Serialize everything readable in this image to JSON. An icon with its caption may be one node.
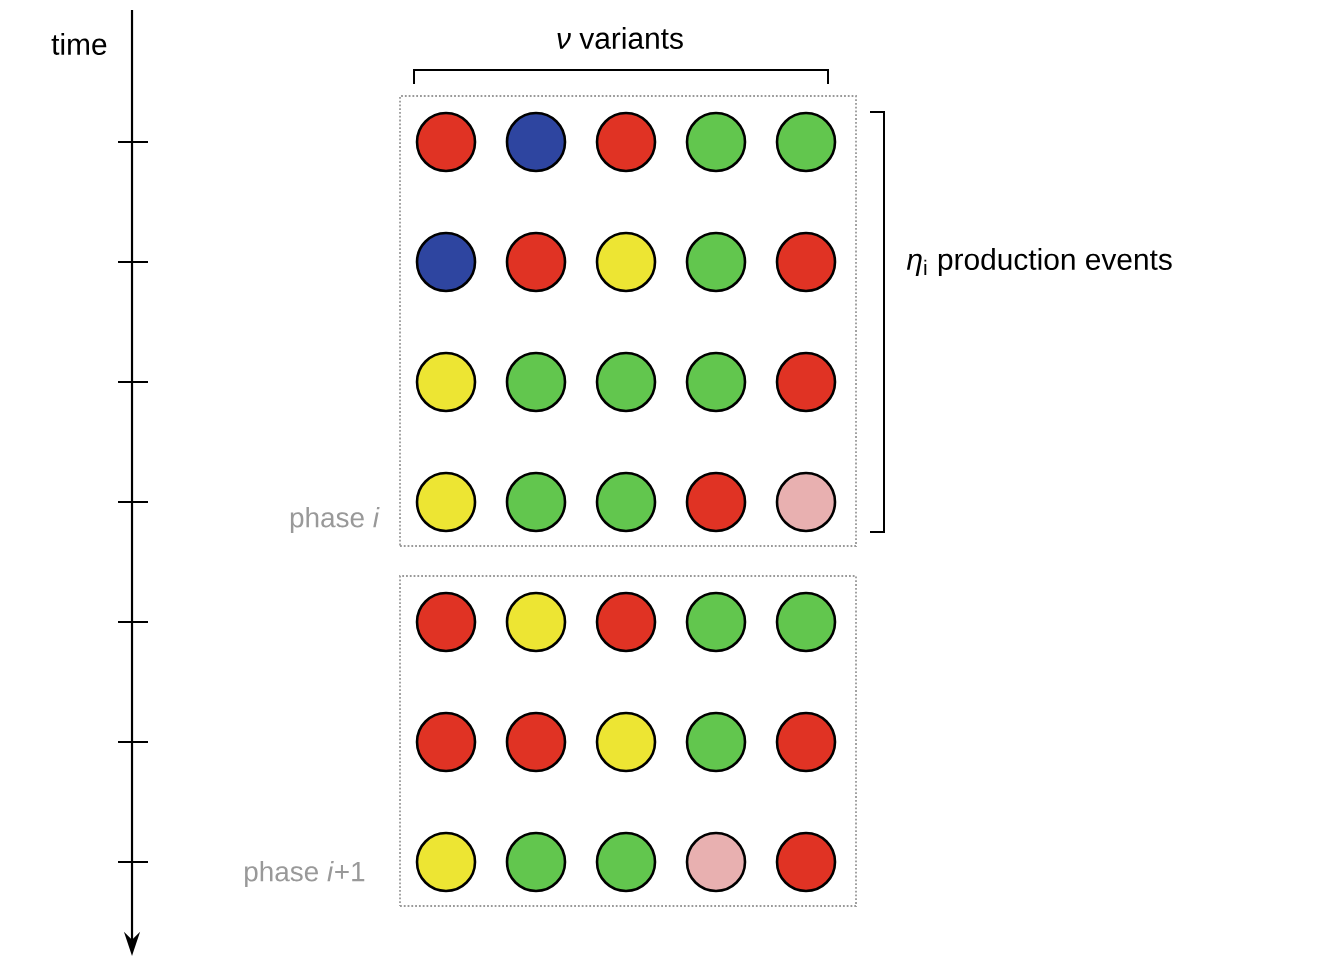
{
  "diagram": {
    "nodes": [
      {
        "text": [
          "phase *i*"
        ]
      },
      {
        "text": [
          "phase *i*+1"
        ]
      },
      {
        "text": [],
        "shape": "circle",
        "in": 0
      },
      {
        "text": [],
        "shape": "circle",
        "in": 0
      },
      {
        "text": [],
        "shape": "circle",
        "in": 0
      },
      {
        "text": [],
        "shape": "circle",
        "in": 0
      },
      {
        "text": [],
        "shape": "circle",
        "in": 0
      },
      {
        "text": [],
        "shape": "circle",
        "in": 0
      },
      {
        "text": [],
        "shape": "circle",
        "in": 0
      },
      {
        "text": [],
        "shape": "circle",
        "in": 0
      },
      {
        "text": [],
        "shape": "circle",
        "in": 0
      },
      {
        "text": [],
        "shape": "circle",
        "in": 0
      },
      {
        "text": [],
        "shape": "circle",
        "in": 0
      },
      {
        "text": [],
        "shape": "circle",
        "in": 0
      },
      {
        "text": [],
        "shape": "circle",
        "in": 0
      },
      {
        "text": [],
        "shape": "circle",
        "in": 0
      },
      {
        "text": [],
        "shape": "circle",
        "in": 0
      },
      {
        "text": [],
        "shape": "circle",
        "in": 0
      },
      {
        "text": [],
        "shape": "circle",
        "in": 0
      },
      {
        "text": [],
        "shape": "circle",
        "in": 0
      },
      {
        "text": [],
        "shape": "circle",
        "in": 0
      },
      {
        "text": [],
        "shape": "circle",
        "in": 0
      },
      {
        "text": [],
        "shape": "circle",
        "in": 1
      },
      {
        "text": [],
        "shape": "circle",
        "in": 1
      },
      {
        "text": [],
        "shape": "circle",
        "in": 1
      },
      {
        "text": [],
        "shape": "circle",
        "in": 1
      },
      {
        "text": [],
        "shape": "circle",
        "in": 1
      },
      {
        "text": [],
        "shape": "circle",
        "in": 1
      },
      {
        "text": [],
        "shape": "circle",
        "in": 1
      },
      {
        "text": [],
        "shape": "circle",
        "in": 1
      },
      {
        "text": [],
        "shape": "circle",
        "in": 1
      },
      {
        "text": [],
        "shape": "circle",
        "in": 1
      },
      {
        "text": [],
        "shape": "circle",
        "in": 1
      },
      {
        "text": [],
        "shape": "circle",
        "in": 1
      },
      {
        "text": [],
        "shape": "circle",
        "in": 1
      },
      {
        "text": [],
        "shape": "circle",
        "in": 1
      },
      {
        "text": [],
        "shape": "circle",
        "in": 1
      }
    ],
    "labels": [
      "time",
      "*ν* variants",
      "*η*$_{i}$ production events"
    ]
  }
}
